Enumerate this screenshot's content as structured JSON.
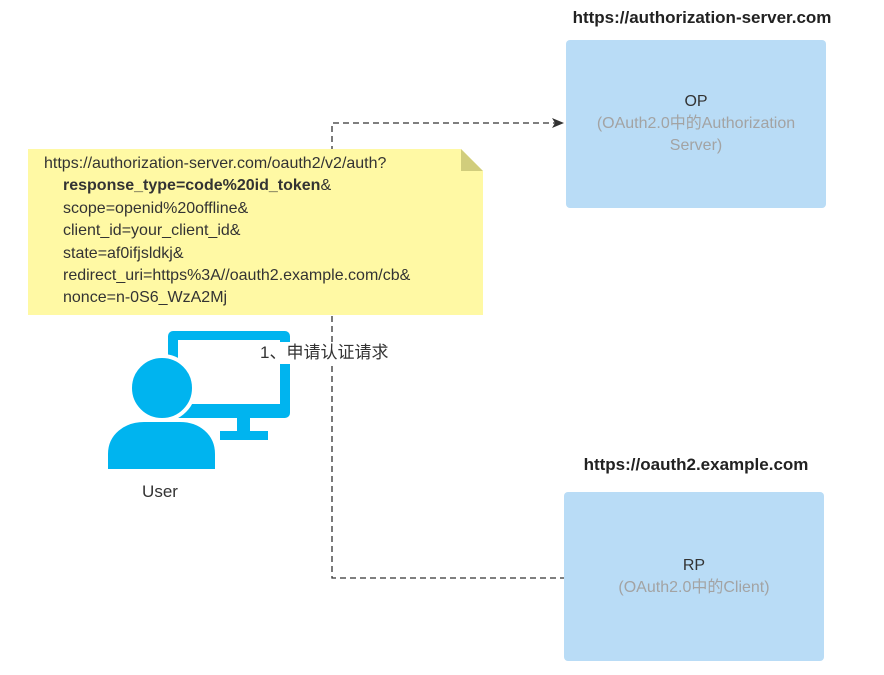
{
  "op": {
    "domain": "https://authorization-server.com",
    "title": "OP",
    "subtitle_line1": "(OAuth2.0中的Authorization",
    "subtitle_line2": "Server)"
  },
  "rp": {
    "domain": "https://oauth2.example.com",
    "title": "RP",
    "subtitle": "(OAuth2.0中的Client)"
  },
  "request_note": {
    "lines": [
      "https://authorization-server.com/oauth2/v2/auth?",
      "response_type=code%20id_token",
      "&",
      "scope=openid%20offline&",
      "client_id=your_client_id&",
      "state=af0ifjsldkj&",
      "redirect_uri=https%3A//oauth2.example.com/cb&",
      "nonce=n-0S6_WzA2Mj"
    ]
  },
  "flow": {
    "step1_label": "1、申请认证请求"
  },
  "user": {
    "label": "User",
    "icon": "user-at-computer-icon"
  },
  "colors": {
    "box_fill": "#b9dcf6",
    "note_fill": "#fff9a4",
    "note_fold": "#d1cd7c",
    "user_icon": "#00b4ef",
    "connector": "#333333",
    "subtitle_text": "#a3a3a3"
  }
}
